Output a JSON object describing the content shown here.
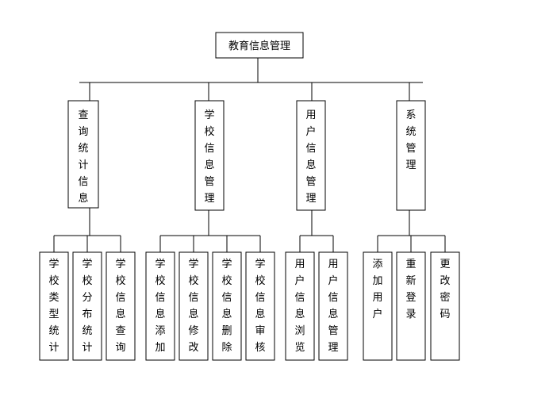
{
  "root": {
    "label": "教育信息管理"
  },
  "groups": [
    {
      "label": "查询统计信息",
      "children": [
        "学校类型统计",
        "学校分布统计",
        "学校信息查询"
      ]
    },
    {
      "label": "学校信息管理",
      "children": [
        "学校信息添加",
        "学校信息修改",
        "学校信息删除",
        "学校信息审核"
      ]
    },
    {
      "label": "用户信息管理",
      "children": [
        "用户信息浏览",
        "用户信息管理"
      ]
    },
    {
      "label": "系统管理",
      "children": [
        "添加用户",
        "重新登录",
        "更改密码"
      ]
    }
  ]
}
